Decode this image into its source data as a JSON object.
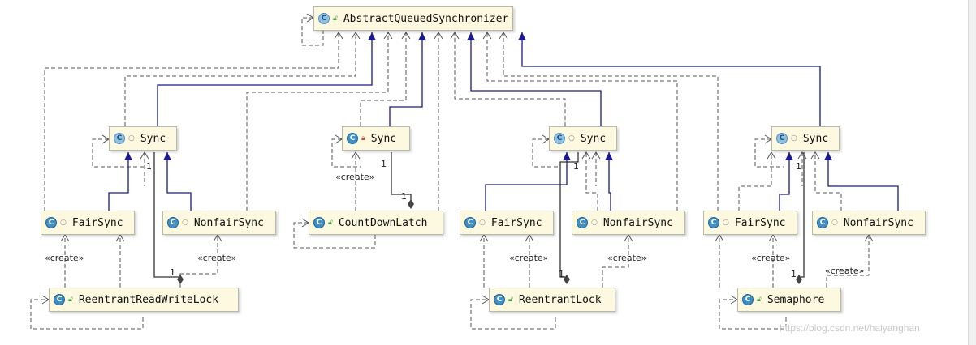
{
  "nodes": [
    {
      "id": "aqs",
      "label": "AbstractQueuedSynchronizer",
      "abstract": true,
      "vis": "pub"
    },
    {
      "id": "sync1",
      "label": "Sync",
      "abstract": true,
      "vis": "pkg"
    },
    {
      "id": "fair1",
      "label": "FairSync",
      "abstract": false,
      "vis": "pkg"
    },
    {
      "id": "nonfair1",
      "label": "NonfairSync",
      "abstract": false,
      "vis": "pkg"
    },
    {
      "id": "rrwl",
      "label": "ReentrantReadWriteLock",
      "abstract": false,
      "vis": "pub"
    },
    {
      "id": "sync2",
      "label": "Sync",
      "abstract": false,
      "vis": "priv"
    },
    {
      "id": "cdl",
      "label": "CountDownLatch",
      "abstract": false,
      "vis": "pub"
    },
    {
      "id": "sync3",
      "label": "Sync",
      "abstract": true,
      "vis": "pkg"
    },
    {
      "id": "fair3",
      "label": "FairSync",
      "abstract": false,
      "vis": "pkg"
    },
    {
      "id": "nonfair3",
      "label": "NonfairSync",
      "abstract": false,
      "vis": "pkg"
    },
    {
      "id": "rl",
      "label": "ReentrantLock",
      "abstract": false,
      "vis": "pub"
    },
    {
      "id": "sync4",
      "label": "Sync",
      "abstract": true,
      "vis": "pkg"
    },
    {
      "id": "fair4",
      "label": "FairSync",
      "abstract": false,
      "vis": "pkg"
    },
    {
      "id": "nonfair4",
      "label": "NonfairSync",
      "abstract": false,
      "vis": "pkg"
    },
    {
      "id": "sem",
      "label": "Semaphore",
      "abstract": false,
      "vis": "pub"
    }
  ],
  "labels": {
    "create": "«create»",
    "one": "1",
    "class_letter": "C",
    "watermark": "https://blog.csdn.net/haiyanghan"
  },
  "colors": {
    "node_fill": "#fdf8e0",
    "extends": "#1a1a8c",
    "dependency": "#555555",
    "class_icon": "#3e8fc8",
    "public": "#3b9a3b",
    "private": "#d34a3a"
  }
}
